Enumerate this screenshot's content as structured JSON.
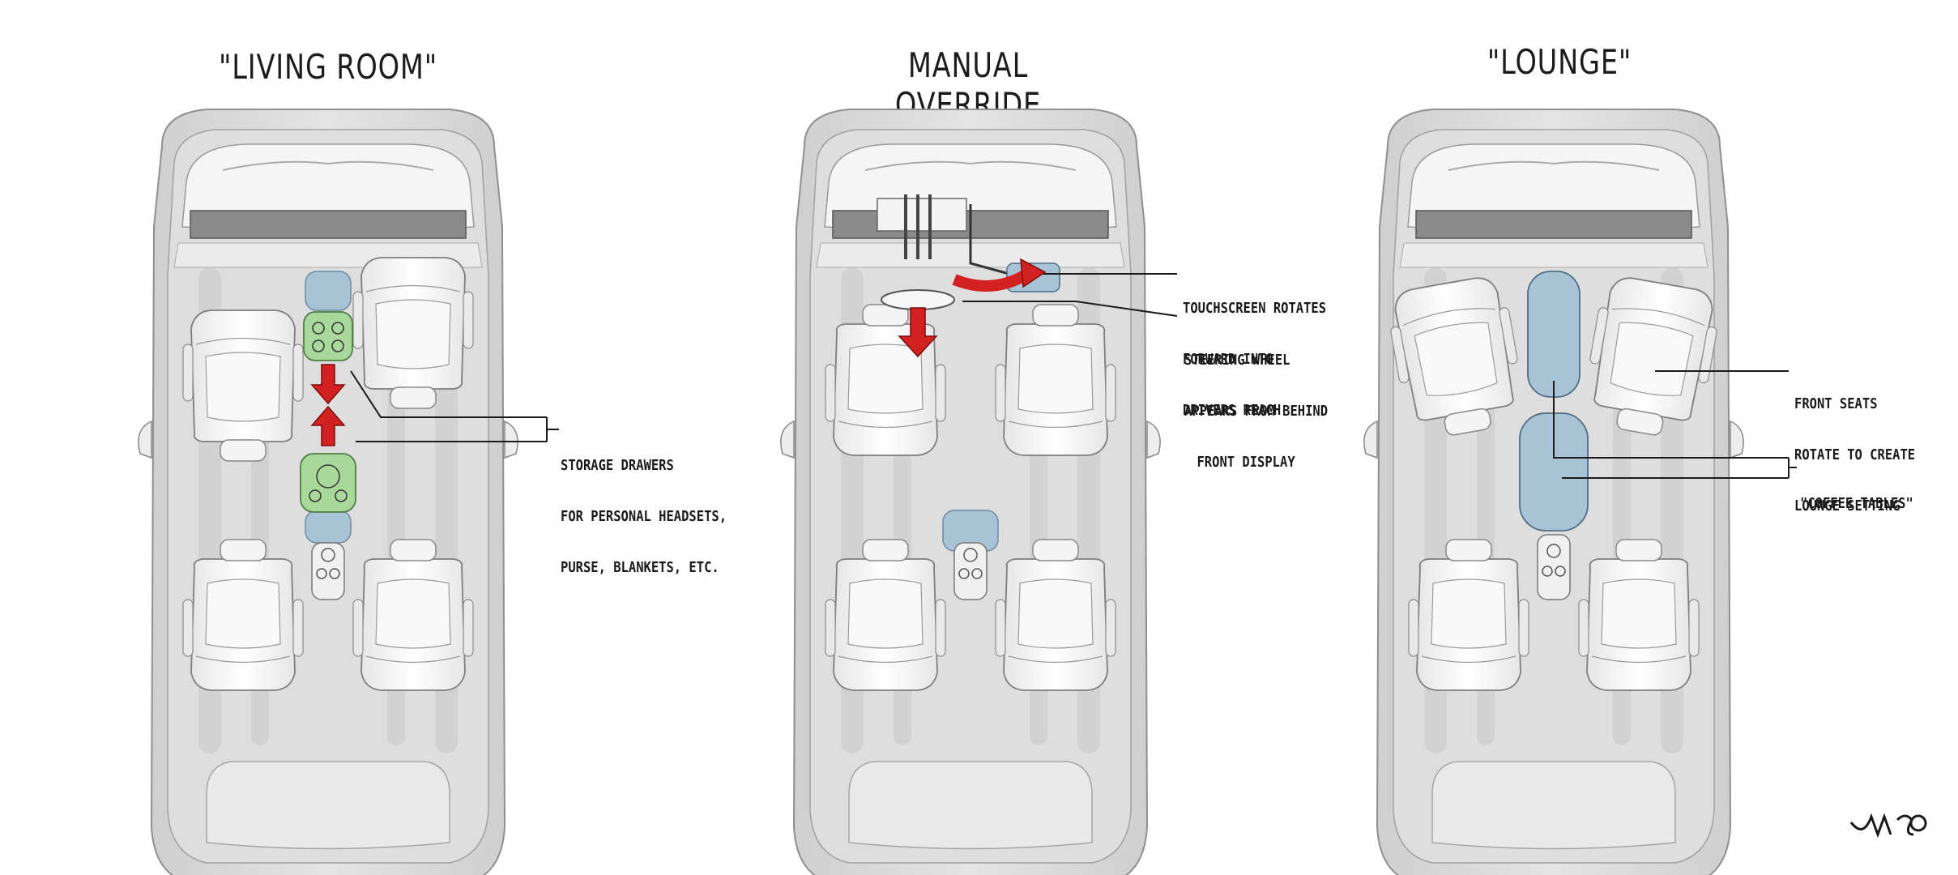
{
  "panels": [
    {
      "title": "\"LIVING ROOM\""
    },
    {
      "title": "MANUAL OVERRIDE"
    },
    {
      "title": "\"LOUNGE\""
    }
  ],
  "annotations": {
    "storage": [
      "STORAGE DRAWERS",
      "FOR PERSONAL HEADSETS,",
      "PURSE, BLANKETS, ETC."
    ],
    "touchscreen": [
      "TOUCHSCREEN ROTATES",
      "FORWARD INTO",
      "DRIVERS REACH"
    ],
    "steering": [
      "STEERING WHEEL",
      "APPEARS FROM BEHIND",
      "FRONT DISPLAY"
    ],
    "front_seats": [
      "FRONT SEATS",
      "ROTATE TO CREATE",
      "LOUNGE SETTING"
    ],
    "coffee_tables": [
      "\"COFFEE TABLES\""
    ]
  },
  "signature": "JMcG",
  "colors": {
    "body": "#d9d9d9",
    "body_dark": "#bdbdbd",
    "seat": "#f2f2f2",
    "display": "#8a8a8a",
    "console_blue": "#a9c3d6",
    "drawer_green": "#a8d89a",
    "arrow_red": "#d32020",
    "ink": "#1a1a1a"
  }
}
